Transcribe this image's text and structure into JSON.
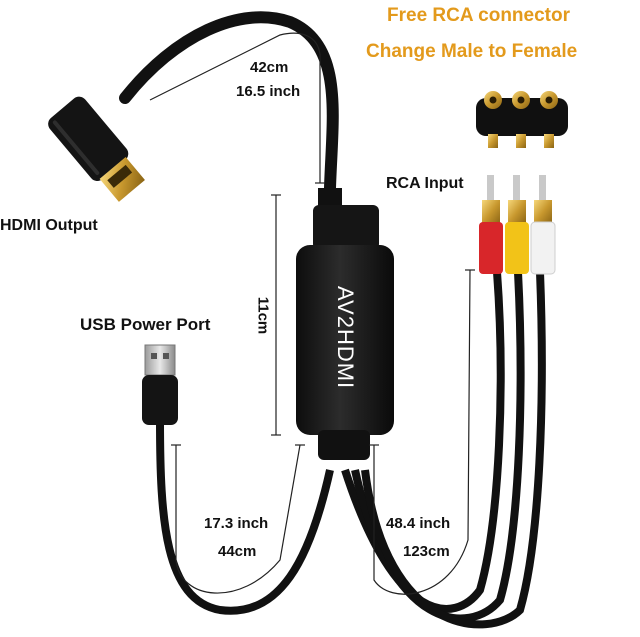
{
  "promo": {
    "line1": "Free RCA connector",
    "line2": "Change Male to Female",
    "color": "#e39a1c"
  },
  "labels": {
    "hdmi_length_cm": "42cm",
    "hdmi_length_inch": "16.5 inch",
    "hdmi_output": "HDMI Output",
    "rca_input": "RCA Input",
    "usb_power_port": "USB Power Port",
    "box_length": "11cm",
    "usb_length_inch": "17.3 inch",
    "usb_length_cm": "44cm",
    "rca_length_inch": "48.4 inch",
    "rca_length_cm": "123cm"
  },
  "device": {
    "brand": "AV2HDMI",
    "body_color": "#1a1a1a"
  },
  "rca_colors": {
    "red": "#d8262a",
    "yellow": "#f2c318",
    "white": "#f2f2f2"
  }
}
